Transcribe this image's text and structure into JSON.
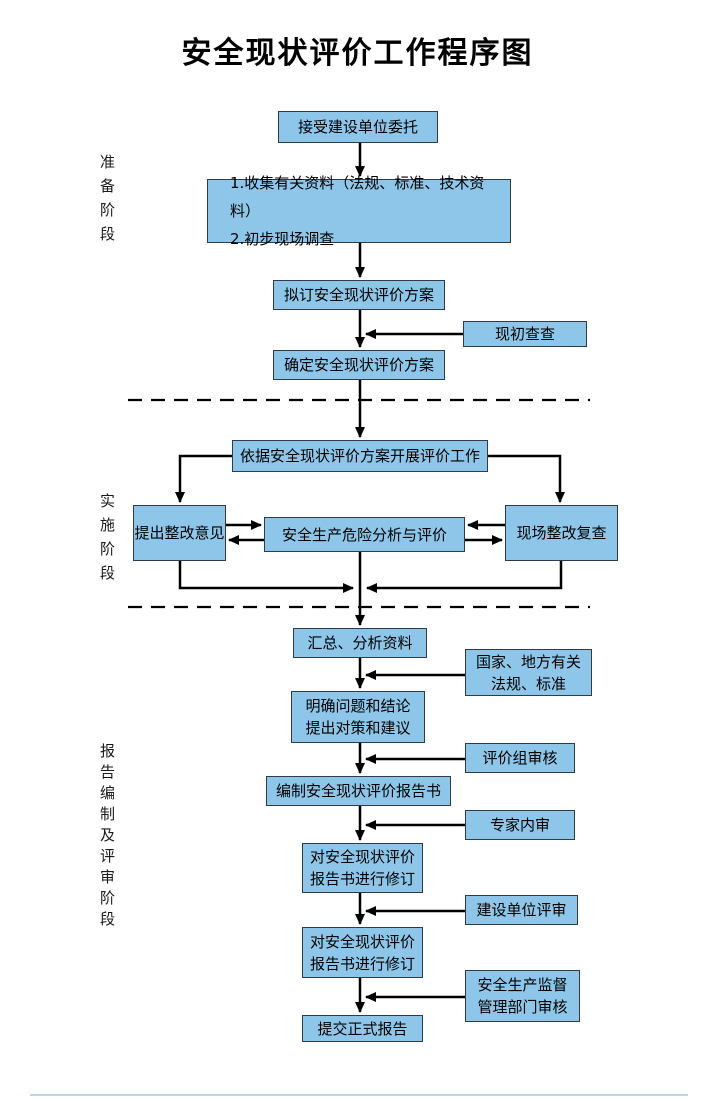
{
  "title": "安全现状评价工作程序图",
  "phases": [
    {
      "label": "准备阶段"
    },
    {
      "label": "实施阶段"
    },
    {
      "label": "报告编制及评审阶段"
    }
  ],
  "nodes": {
    "accept": "接受建设单位委托",
    "collect": "1.收集有关资料（法规、标准、技术资料）\n2.初步现场调查",
    "draft": "拟订安全现状评价方案",
    "initial_survey": "现初查查",
    "confirm": "确定安全现状评价方案",
    "carry_out": "依据安全现状评价方案开展评价工作",
    "suggest": "提出整改意见",
    "analysis": "安全生产危险分析与评价",
    "site_recheck": "现场整改复查",
    "summarize": "汇总、分析资料",
    "regs": "国家、地方有关\n法规、标准",
    "clarify": "明确问题和结论\n提出对策和建议",
    "team_review": "评价组审核",
    "compile": "编制安全现状评价报告书",
    "expert_review": "专家内审",
    "revise1": "对安全现状评价\n报告书进行修订",
    "client_review": "建设单位评审",
    "revise2": "对安全现状评价\n报告书进行修订",
    "authority_review": "安全生产监督\n管理部门审核",
    "submit": "提交正式报告"
  },
  "colors": {
    "box_fill": "#8DC6E8",
    "box_border": "#2F3B46",
    "connector": "#000000",
    "bottom_rule": "#B7D7EE"
  }
}
